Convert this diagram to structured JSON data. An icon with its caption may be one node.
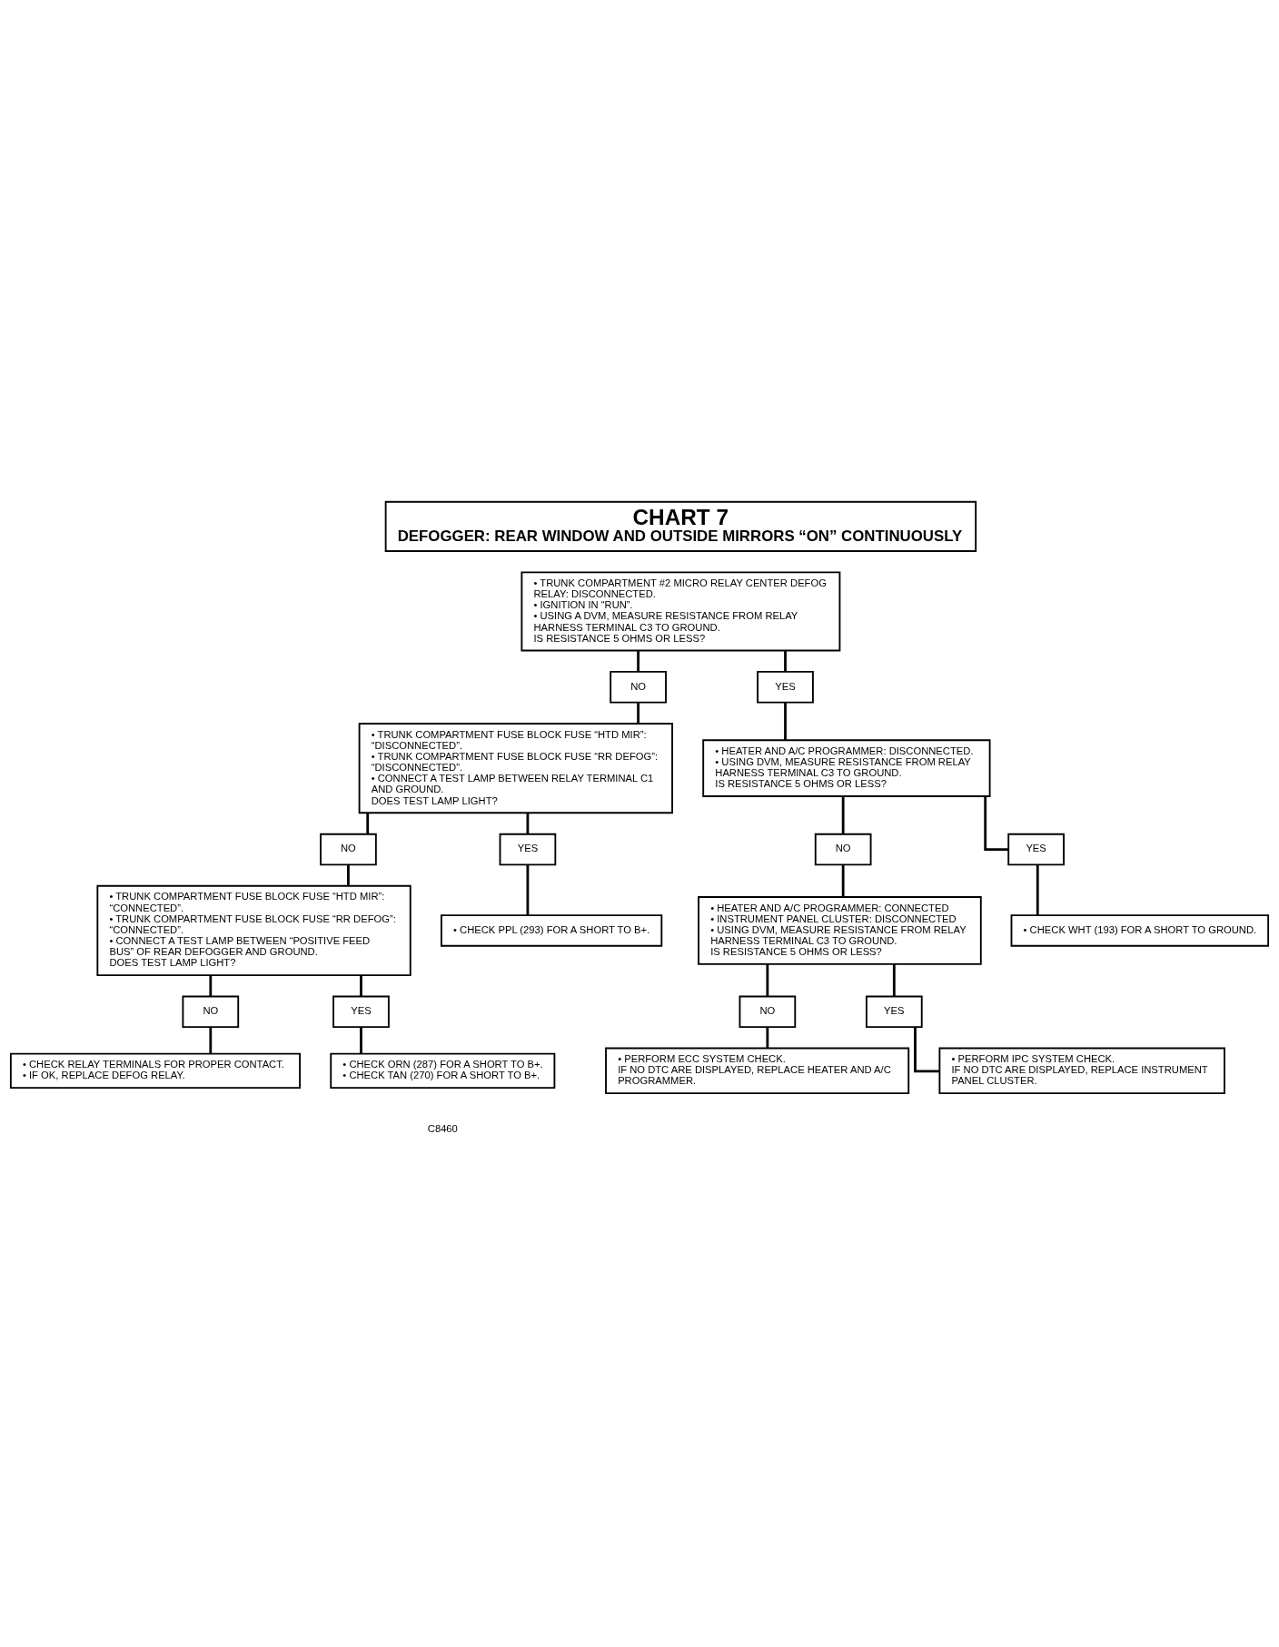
{
  "diagram": {
    "nodes": [
      {
        "text": [
          "CHART 7",
          "DEFOGGER: REAR WINDOW AND OUTSIDE MIRRORS “ON” CONTINUOUSLY"
        ]
      },
      {
        "text": [
          "• TRUNK COMPARTMENT #2 MICRO RELAY CENTER DEFOG RELAY: DISCONNECTED.",
          "• IGNITION IN “RUN”.",
          "• USING A DVM, MEASURE RESISTANCE FROM RELAY HARNESS TERMINAL C3 TO GROUND.",
          "IS RESISTANCE 5 OHMS OR LESS?"
        ]
      },
      {
        "text": [
          "NO"
        ]
      },
      {
        "text": [
          "YES"
        ]
      },
      {
        "text": [
          "• TRUNK COMPARTMENT FUSE BLOCK FUSE “HTD MIR”: “DISCONNECTED”.",
          "• TRUNK COMPARTMENT FUSE BLOCK FUSE “RR DEFOG”: “DISCONNECTED”.",
          "• CONNECT A TEST LAMP BETWEEN RELAY TERMINAL C1 AND GROUND.",
          "DOES TEST LAMP LIGHT?"
        ]
      },
      {
        "text": [
          "• HEATER AND A/C PROGRAMMER: DISCONNECTED.",
          "• USING DVM, MEASURE RESISTANCE FROM RELAY HARNESS TERMINAL C3 TO GROUND.",
          "IS RESISTANCE 5 OHMS OR LESS?"
        ]
      },
      {
        "text": [
          "NO"
        ]
      },
      {
        "text": [
          "YES"
        ]
      },
      {
        "text": [
          "• HEATER AND A/C PROGRAMMER: CONNECTED",
          "• INSTRUMENT PANEL CLUSTER: DISCONNECTED",
          "• USING DVM, MEASURE RESISTANCE FROM RELAY HARNESS TERMINAL C3 TO GROUND.",
          "IS RESISTANCE 5 OHMS OR LESS?"
        ]
      },
      {
        "text": [
          "• CHECK WHT (193) FOR A SHORT TO GROUND."
        ]
      },
      {
        "text": [
          "NO"
        ]
      },
      {
        "text": [
          "YES"
        ]
      },
      {
        "text": [
          "• PERFORM ECC SYSTEM CHECK.",
          "IF NO DTC ARE DISPLAYED, REPLACE HEATER AND A/C PROGRAMMER."
        ]
      },
      {
        "text": [
          "• PERFORM IPC SYSTEM CHECK.",
          "IF NO DTC ARE DISPLAYED, REPLACE INSTRUMENT PANEL CLUSTER."
        ]
      },
      {
        "text": [
          "NO"
        ]
      },
      {
        "text": [
          "YES"
        ]
      },
      {
        "text": [
          "• TRUNK COMPARTMENT FUSE BLOCK FUSE “HTD MIR”: “CONNECTED”.",
          "• TRUNK COMPARTMENT FUSE BLOCK FUSE “RR DEFOG”: “CONNECTED”.",
          "• CONNECT A TEST LAMP BETWEEN “POSITIVE FEED BUS” OF REAR DEFOGGER AND GROUND.",
          "DOES TEST LAMP LIGHT?"
        ]
      },
      {
        "text": [
          "• CHECK PPL (293) FOR A SHORT TO B+."
        ]
      },
      {
        "text": [
          "NO"
        ]
      },
      {
        "text": [
          "YES"
        ]
      },
      {
        "text": [
          "• CHECK RELAY TERMINALS FOR PROPER CONTACT.",
          "• IF OK, REPLACE DEFOG RELAY."
        ]
      },
      {
        "text": [
          "• CHECK ORN (287) FOR A SHORT TO B+.",
          "• CHECK TAN (270) FOR A SHORT TO B+."
        ]
      }
    ],
    "edges": [
      {
        "from": 1,
        "to": 2,
        "arrow": "none"
      },
      {
        "from": 1,
        "to": 3,
        "arrow": "none"
      },
      {
        "from": 2,
        "to": 4,
        "arrow": "none"
      },
      {
        "from": 3,
        "to": 5,
        "arrow": "none"
      },
      {
        "from": 5,
        "to": 6,
        "arrow": "none"
      },
      {
        "from": 5,
        "to": 7,
        "arrow": "none"
      },
      {
        "from": 6,
        "to": 8,
        "arrow": "none"
      },
      {
        "from": 7,
        "to": 9,
        "arrow": "none"
      },
      {
        "from": 8,
        "to": 10,
        "arrow": "none"
      },
      {
        "from": 8,
        "to": 11,
        "arrow": "none"
      },
      {
        "from": 10,
        "to": 12,
        "arrow": "none"
      },
      {
        "from": 11,
        "to": 13,
        "arrow": "none"
      },
      {
        "from": 4,
        "to": 14,
        "arrow": "none"
      },
      {
        "from": 4,
        "to": 15,
        "arrow": "none"
      },
      {
        "from": 14,
        "to": 16,
        "arrow": "none"
      },
      {
        "from": 15,
        "to": 17,
        "arrow": "none"
      },
      {
        "from": 16,
        "to": 18,
        "arrow": "none"
      },
      {
        "from": 16,
        "to": 19,
        "arrow": "none"
      },
      {
        "from": 18,
        "to": 20,
        "arrow": "none"
      },
      {
        "from": 19,
        "to": 21,
        "arrow": "none"
      }
    ],
    "labels": [
      "C8460"
    ]
  }
}
